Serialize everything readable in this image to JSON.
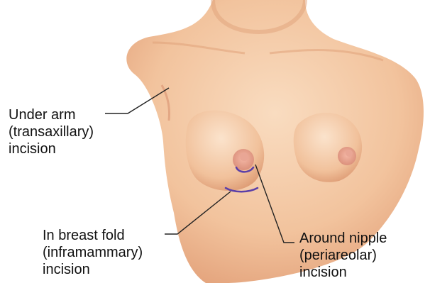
{
  "labels": {
    "underarm": {
      "line1": "Under arm",
      "line2": "(transaxillary)",
      "line3": "incision"
    },
    "fold": {
      "line1": "In breast fold",
      "line2": "(inframammary)",
      "line3": "incision"
    },
    "nipple": {
      "line1": "Around nipple",
      "line2": "(periareolar)",
      "line3": "incision"
    }
  },
  "colors": {
    "skin": "#f3c9a3",
    "skin_shadow": "#e2a47c",
    "areola": "#e7a08d",
    "incision": "#5b3fa8",
    "leader": "#222222"
  }
}
